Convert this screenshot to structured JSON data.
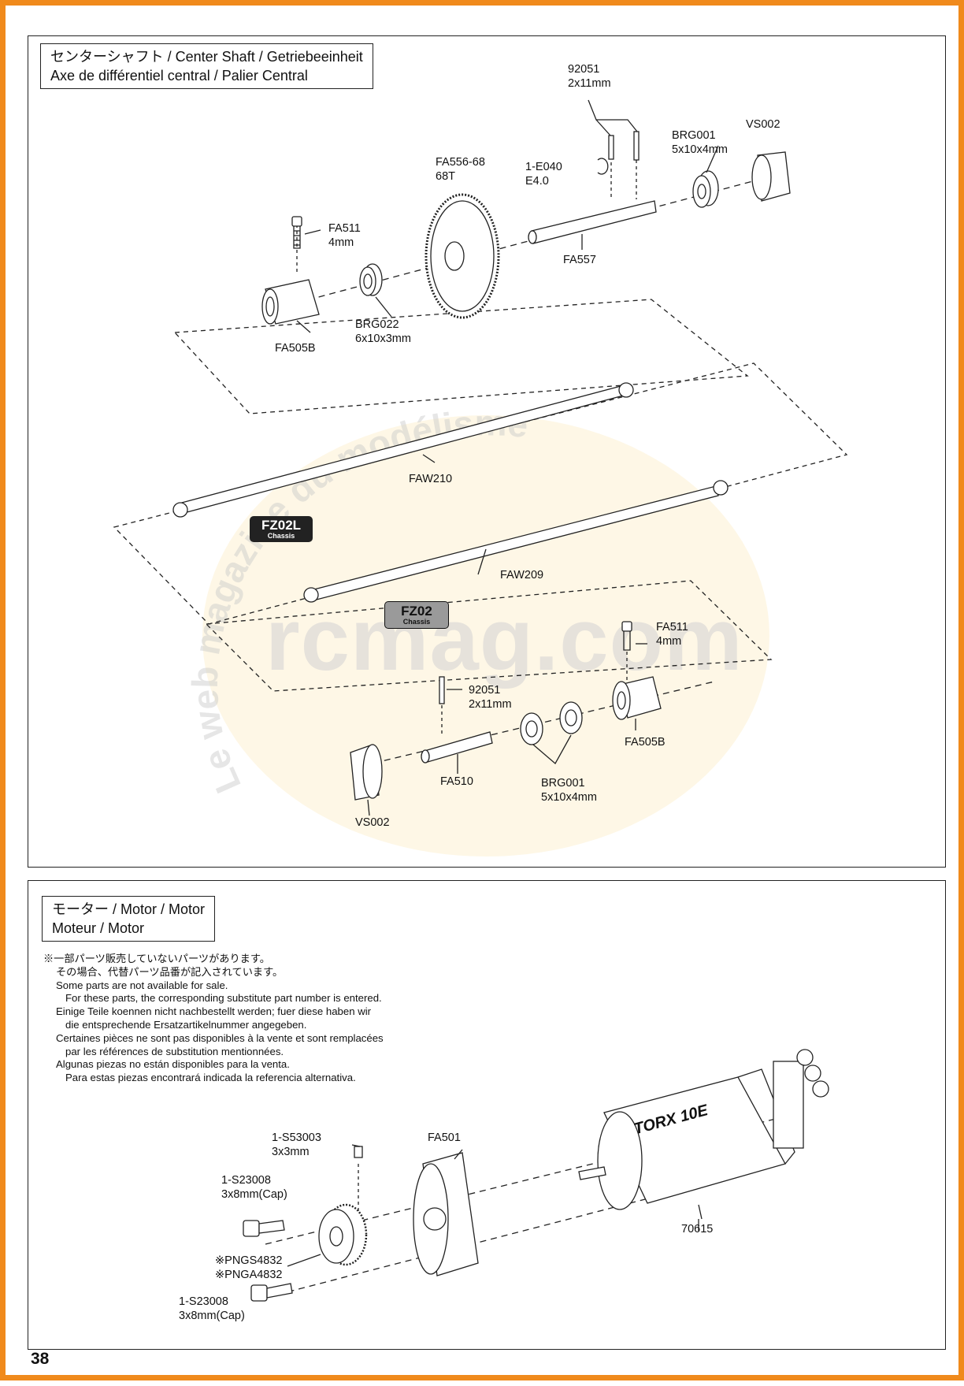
{
  "top_section": {
    "title_line1": "センターシャフト / Center Shaft / Getriebeeinheit",
    "title_line2": "Axe de différentiel central / Palier Central",
    "labels": {
      "p92051_top_a": "92051",
      "p92051_top_b": "2x11mm",
      "vs002_top": "VS002",
      "brg001_top_a": "BRG001",
      "brg001_top_b": "5x10x4mm",
      "fa556_a": "FA556-68",
      "fa556_b": "68T",
      "e040_a": "1-E040",
      "e040_b": "E4.0",
      "fa511_top_a": "FA511",
      "fa511_top_b": "4mm",
      "fa557": "FA557",
      "brg022_a": "BRG022",
      "brg022_b": "6x10x3mm",
      "fa505b_top": "FA505B",
      "faw210": "FAW210",
      "faw209": "FAW209",
      "fa511_mid_a": "FA511",
      "fa511_mid_b": "4mm",
      "p92051_mid_a": "92051",
      "p92051_mid_b": "2x11mm",
      "fa505b_mid": "FA505B",
      "fa510": "FA510",
      "brg001_mid_a": "BRG001",
      "brg001_mid_b": "5x10x4mm",
      "vs002_mid": "VS002"
    },
    "badges": {
      "fz02l_main": "FZ02L",
      "fz02l_sub": "Chassis",
      "fz02_main": "FZ02",
      "fz02_sub": "Chassis"
    }
  },
  "bottom_section": {
    "title_line1": "モーター / Motor / Motor",
    "title_line2": "Moteur / Motor",
    "notes": [
      "※一部パーツ販売していないパーツがあります。",
      "その場合、代替パーツ品番が記入されています。",
      "Some parts are not available for sale.",
      "For these parts, the corresponding substitute part number is entered.",
      "Einige Teile koennen nicht nachbestellt werden; fuer diese haben wir",
      "die entsprechende Ersatzartikelnummer angegeben.",
      "Certaines pièces ne sont pas disponibles à la vente et sont remplacées",
      "par les références de substitution mentionnées.",
      "Algunas piezas no están disponibles para la venta.",
      "Para estas piezas encontrará indicada la referencia alternativa."
    ],
    "labels": {
      "s53003_a": "1-S53003",
      "s53003_b": "3x3mm",
      "fa501": "FA501",
      "s23008_top_a": "1-S23008",
      "s23008_top_b": "3x8mm(Cap)",
      "pngs_a": "※PNGS4832",
      "pngs_b": "※PNGA4832",
      "s23008_bot_a": "1-S23008",
      "s23008_bot_b": "3x8mm(Cap)",
      "motor": "70615"
    },
    "motor_brand": "TORX 10E"
  },
  "watermark": {
    "url": "rcmag.com",
    "arc_text": "Le web magazine du modélisme"
  },
  "page_number": "38",
  "colors": {
    "frame": "#f08a1c",
    "ink": "#222222",
    "watermark": "#d2d2d2"
  }
}
